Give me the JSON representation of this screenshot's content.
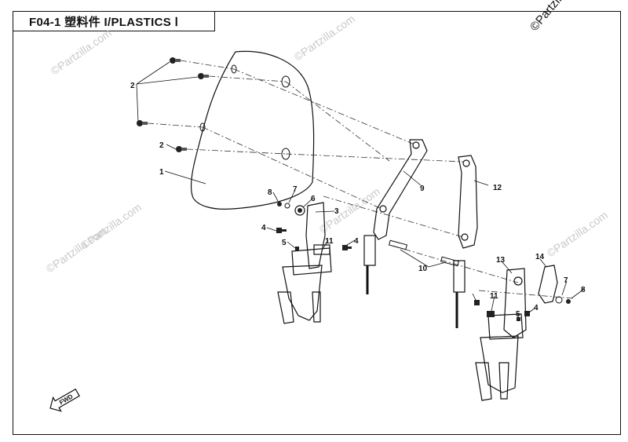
{
  "header": {
    "diagram_title": "F04-1 塑料件 I/PLASTICS Ⅰ"
  },
  "copyright": "©Partzilla.com",
  "watermark": "©Partzilla.com",
  "fwd_label": "FWD",
  "callouts": {
    "c1": "1",
    "c2a": "2",
    "c2b": "2",
    "c3": "3",
    "c4a": "4",
    "c4b": "4",
    "c4c": "4",
    "c5a": "5",
    "c5b": "5",
    "c6": "6",
    "c7a": "7",
    "c7b": "7",
    "c8a": "8",
    "c8b": "8",
    "c9": "9",
    "c10": "10",
    "c11a": "11",
    "c11b": "11",
    "c12": "12",
    "c13": "13",
    "c14": "14"
  }
}
